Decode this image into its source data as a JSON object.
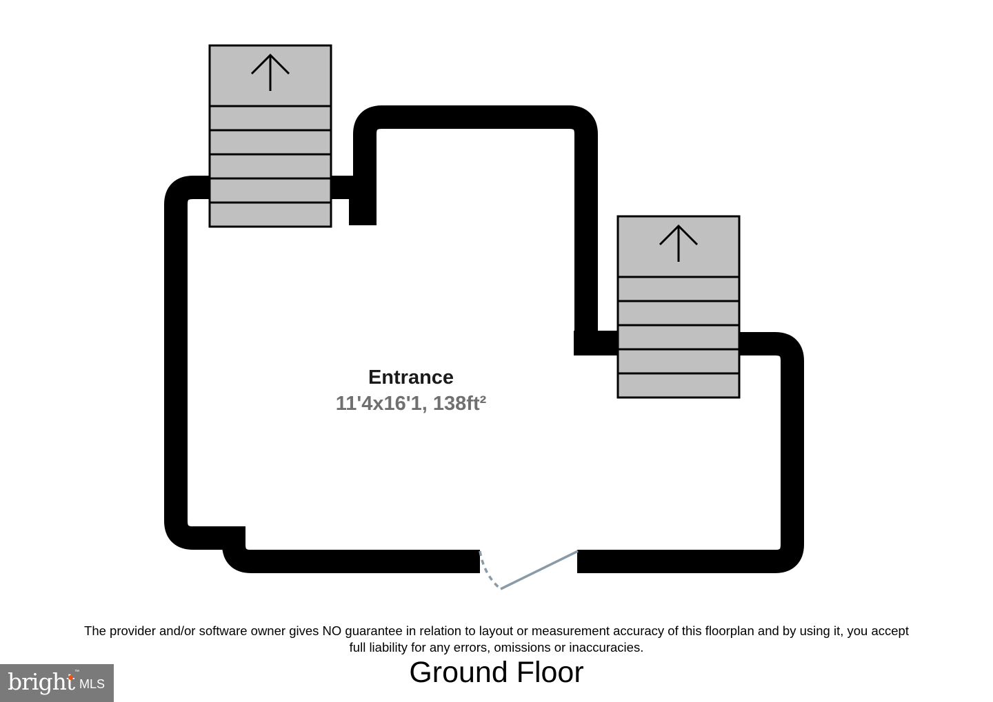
{
  "room": {
    "name": "Entrance",
    "dimensions": "11'4x16'1, 138ft²"
  },
  "disclaimer": {
    "line1": "The provider and/or software owner gives NO guarantee in relation to layout or measurement accuracy of this floorplan and by using it, you accept",
    "line2": "full liability for any errors, omissions or inaccuracies."
  },
  "floor_label": "Ground Floor",
  "brand": {
    "word": "bright",
    "suffix": "MLS",
    "trademark": "™"
  },
  "colors": {
    "wall": "#000000",
    "stair_fill": "#c0c0c0",
    "door": "#8a9aa6",
    "brand_bg": "#7a7a7a",
    "brand_accent": "#e8541c"
  },
  "icons": [
    "arrow-up-icon"
  ]
}
